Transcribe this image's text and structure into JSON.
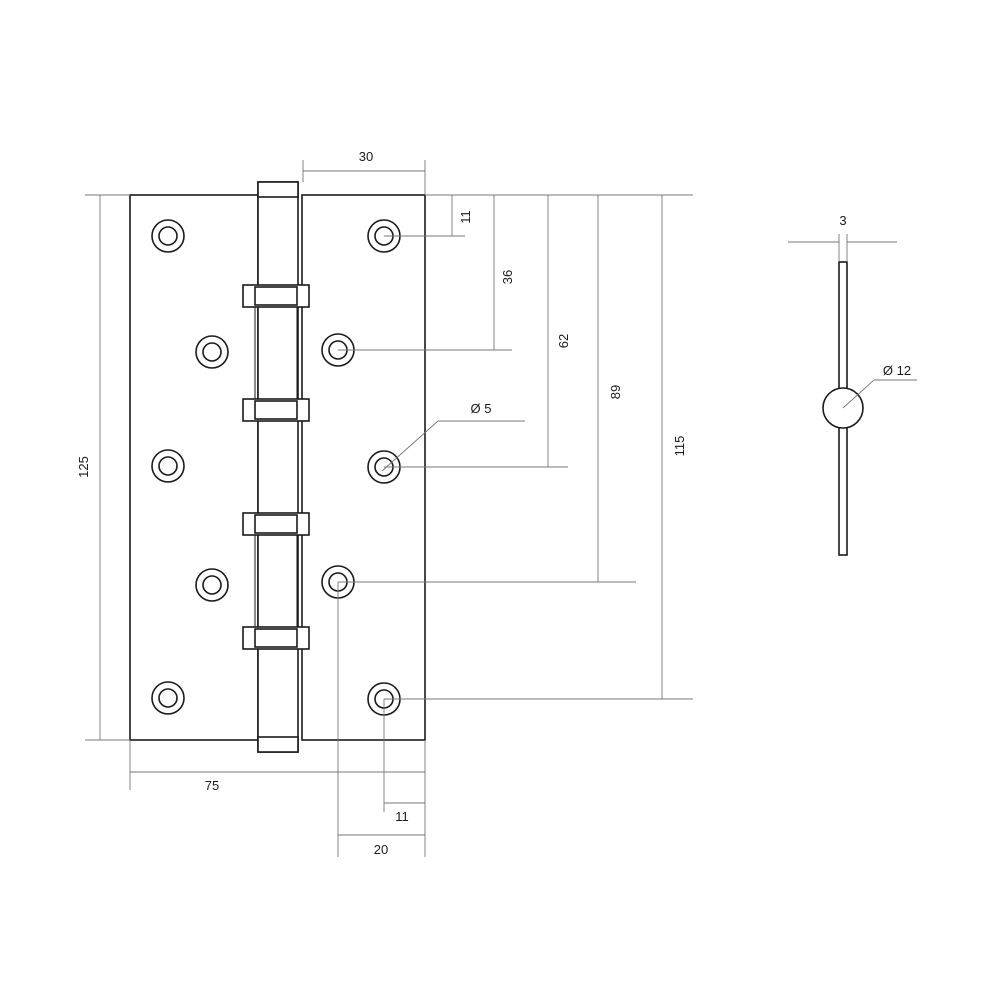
{
  "drawing": {
    "labels": {
      "width_total": "75",
      "height_total": "125",
      "leaf_width": "30",
      "hole_top_offset": "11",
      "hole_2": "36",
      "hole_3": "62",
      "hole_4": "89",
      "hole_5": "115",
      "hole_diameter": "Ø 5",
      "bottom_edge_offset": "11",
      "hole_column_offset": "20",
      "thickness": "3",
      "pin_diameter": "Ø 12"
    }
  }
}
